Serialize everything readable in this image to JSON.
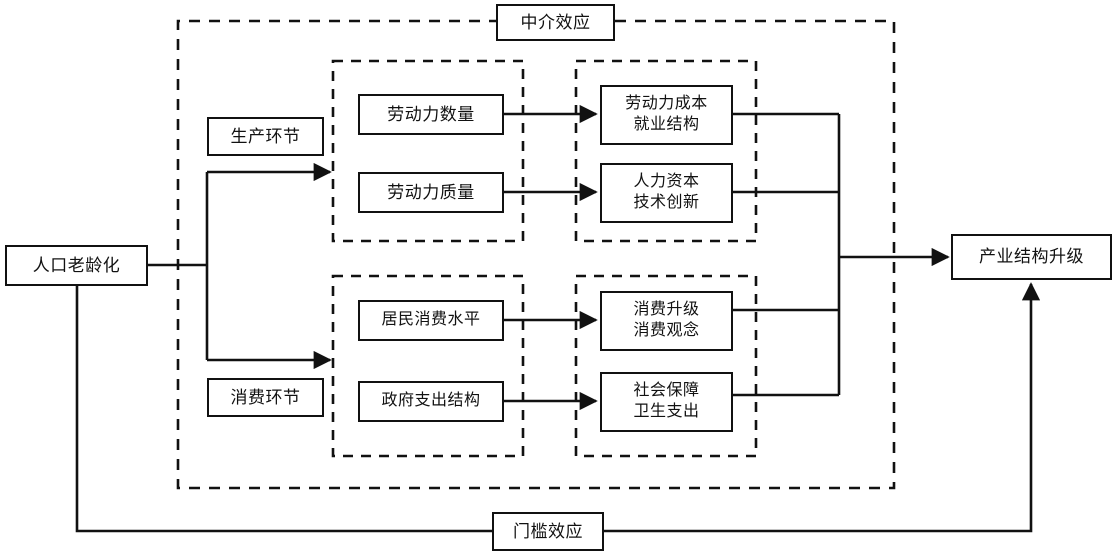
{
  "diagram": {
    "title_nodes": {
      "mediating_effect": "中介效应",
      "threshold_effect": "门槛效应"
    },
    "source": {
      "label": "人口老龄化"
    },
    "target": {
      "label": "产业结构升级"
    },
    "channels": [
      {
        "id": "production",
        "label": "生产环节"
      },
      {
        "id": "consumption",
        "label": "消费环节"
      }
    ],
    "mechanism_boxes": [
      {
        "id": "labor-quantity",
        "label": "劳动力数量"
      },
      {
        "id": "labor-quality",
        "label": "劳动力质量"
      },
      {
        "id": "resident-consumption-level",
        "label": "居民消费水平"
      },
      {
        "id": "government-expenditure-structure",
        "label": "政府支出结构"
      }
    ],
    "outcome_boxes": [
      {
        "id": "labor-cost-employment",
        "label": "劳动力成本\n就业结构"
      },
      {
        "id": "human-capital-innovation",
        "label": "人力资本\n技术创新"
      },
      {
        "id": "consumption-upgrade-concept",
        "label": "消费升级\n消费观念"
      },
      {
        "id": "social-security-health",
        "label": "社会保障\n卫生支出"
      }
    ],
    "colors": {
      "stroke": "#111111",
      "background": "#ffffff",
      "text": "#111111"
    }
  }
}
